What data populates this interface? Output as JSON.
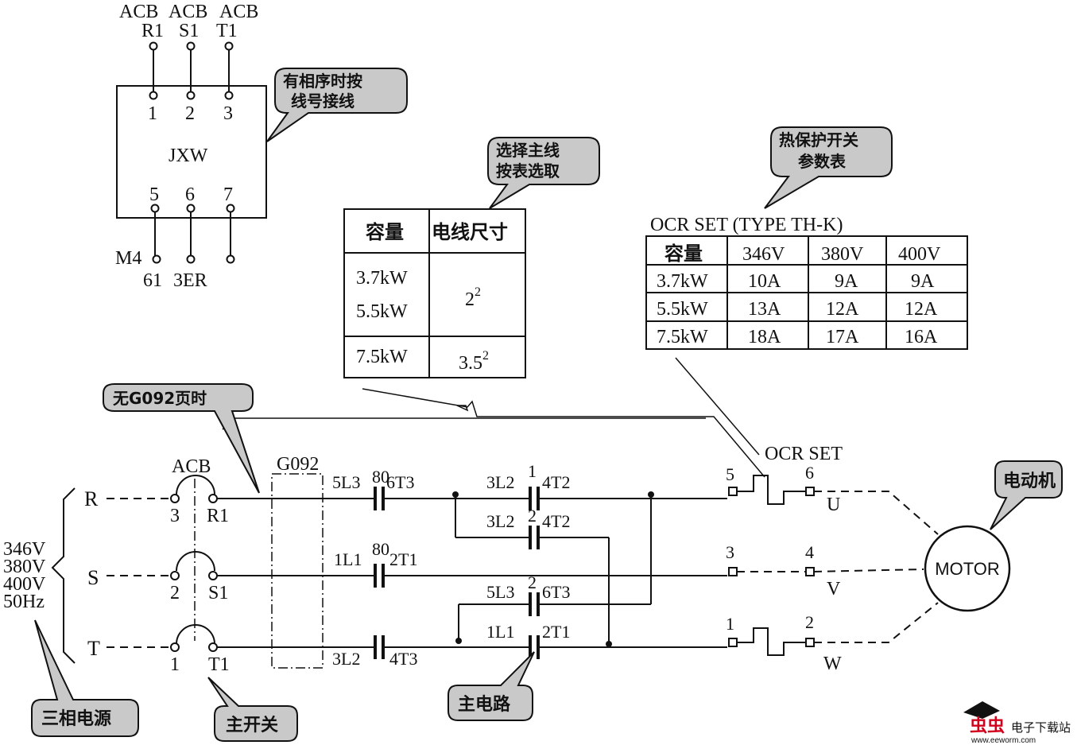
{
  "jxw": {
    "top_labels": [
      "ACB",
      "ACB",
      "ACB"
    ],
    "top_sub": [
      "R1",
      "S1",
      "T1"
    ],
    "top_pins": [
      "1",
      "2",
      "3"
    ],
    "name": "JXW",
    "bottom_pins": [
      "5",
      "6",
      "7"
    ],
    "bottom_left_label": "M4",
    "bottom_sub": [
      "61",
      "3ER"
    ]
  },
  "callouts": {
    "phase_seq": [
      "有相序时按",
      "线号接线"
    ],
    "wire_select": [
      "选择主线",
      "按表选取"
    ],
    "thermal": [
      "热保护开关",
      "参数表"
    ],
    "no_g092": "无G092页时",
    "motor_label": "电动机",
    "three_phase": "三相电源",
    "main_switch": "主开关",
    "main_circuit": "主电路"
  },
  "wire_table": {
    "headers": [
      "容量",
      "电线尺寸"
    ],
    "rows": [
      {
        "cap": [
          "3.7kW",
          "5.5kW"
        ],
        "size": "2",
        "sup": "2"
      },
      {
        "cap": [
          "7.5kW"
        ],
        "size": "3.5",
        "sup": "2"
      }
    ]
  },
  "ocr_table": {
    "title": "OCR  SET  (TYPE  TH-K)",
    "headers": [
      "容量",
      "346V",
      "380V",
      "400V"
    ],
    "rows": [
      [
        "3.7kW",
        "10A",
        "9A",
        "9A"
      ],
      [
        "5.5kW",
        "13A",
        "12A",
        "12A"
      ],
      [
        "7.5kW",
        "18A",
        "17A",
        "16A"
      ]
    ]
  },
  "circuit": {
    "phases": [
      "R",
      "S",
      "T"
    ],
    "voltages": [
      "346V",
      "380V",
      "400V",
      "50Hz"
    ],
    "acb_label": "ACB",
    "acb_in": [
      "3",
      "2",
      "1"
    ],
    "acb_out": [
      "R1",
      "S1",
      "T1"
    ],
    "g092": "G092",
    "c80_top": {
      "num": "80",
      "left": "5L3",
      "right": "6T3"
    },
    "c80_mid": {
      "num": "80",
      "left": "1L1",
      "right": "2T1"
    },
    "c_bot": {
      "left": "3L2",
      "right": "4T3"
    },
    "cr1": {
      "num": "1",
      "left": "3L2",
      "right": "4T2"
    },
    "cr2": {
      "num": "2",
      "left": "3L2",
      "right": "4T2"
    },
    "cr3": {
      "num": "2",
      "left": "5L3",
      "right": "6T3"
    },
    "cr4": {
      "left": "1L1",
      "right": "2T1"
    },
    "ocr_label": "OCR  SET",
    "ocr_terms": [
      "5",
      "6",
      "3",
      "4",
      "1",
      "2"
    ],
    "motor_terms": [
      "U",
      "V",
      "W"
    ],
    "motor": "MOTOR"
  },
  "watermark": {
    "brand": "虫虫",
    "site": "电子下载站",
    "url": "www.eeworm.com"
  }
}
